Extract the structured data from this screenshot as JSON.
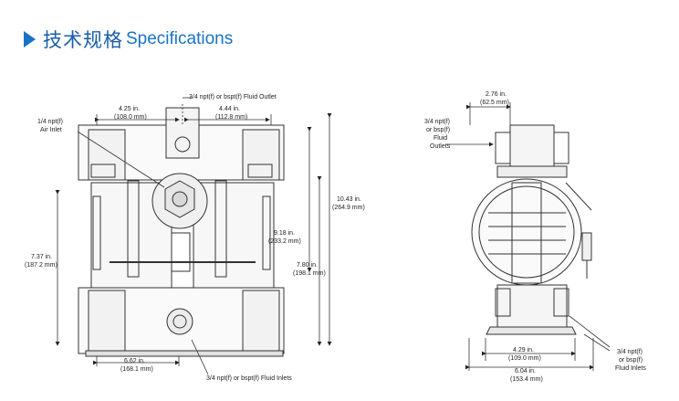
{
  "header": {
    "title_cn": "技术规格",
    "title_en": "Specifications",
    "accent": "#1a73c8"
  },
  "front_view": {
    "top_outlet": "3/4 npt(f) or bspt(f) Fluid Outlet",
    "width_left": "4.25 in.",
    "width_left_mm": "(108.0 mm)",
    "width_right": "4.44 in.",
    "width_right_mm": "(112.8 mm)",
    "air_inlet_1": "1/4 npt(f)",
    "air_inlet_2": "Air Inlet",
    "h_total": "10.43 in.",
    "h_total_mm": "(264.9 mm)",
    "h_mid": "9.18 in.",
    "h_mid_mm": "(233.2 mm)",
    "h_lower": "7.80 in.",
    "h_lower_mm": "(198.1 mm)",
    "h_left": "7.37 in.",
    "h_left_mm": "(187.2 mm)",
    "base_width": "6.62 in.",
    "base_width_mm": "(168.1 mm)",
    "fluid_inlets": "3/4 npt(f) or bspt(f) Fluid Inlets"
  },
  "side_view": {
    "top_width": "2.76 in.",
    "top_width_mm": "(62.5 mm)",
    "outlets_1": "3/4 npt(f)",
    "outlets_2": "or bsp(f)",
    "outlets_3": "Fluid",
    "outlets_4": "Outlets",
    "base_inner": "4.29 in.",
    "base_inner_mm": "(109.0 mm)",
    "base_outer": "6.04 in.",
    "base_outer_mm": "(153.4 mm)",
    "inlets_1": "3/4 npt(f)",
    "inlets_2": "or bsp(f)",
    "inlets_3": "Fluid Inlets"
  }
}
